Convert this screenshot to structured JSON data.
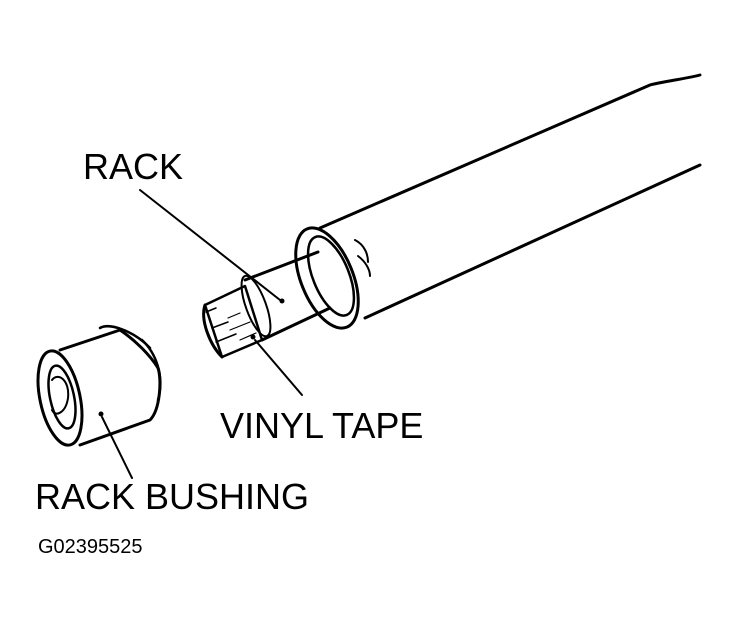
{
  "labels": {
    "rack": "RACK",
    "vinyl_tape": "VINYL TAPE",
    "rack_bushing": "RACK BUSHING",
    "figure_code": "G02395525"
  },
  "colors": {
    "line": "#000000",
    "background": "#ffffff"
  }
}
